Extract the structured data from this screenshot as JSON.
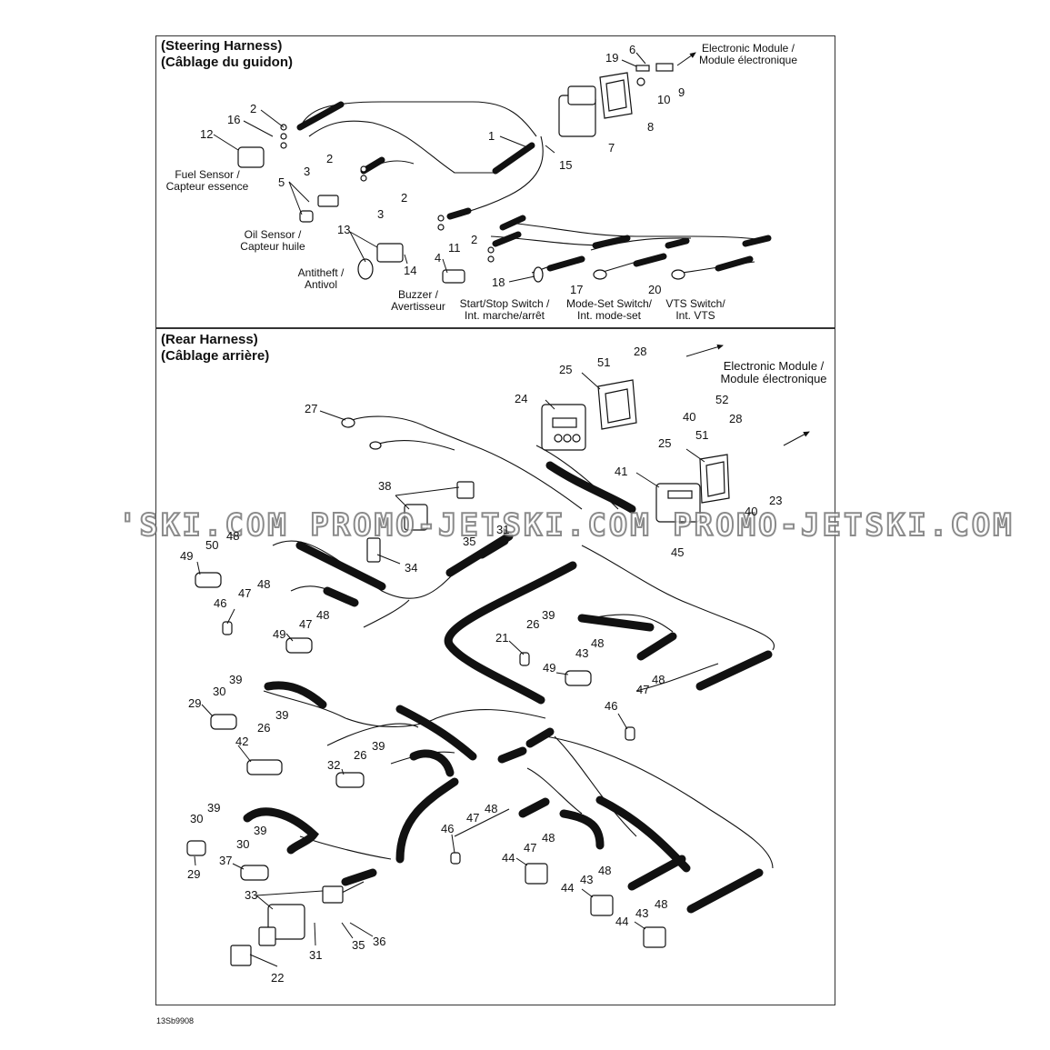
{
  "steering": {
    "title_en": "(Steering Harness)",
    "title_fr": "(Câblage du guidon)",
    "labels": {
      "electronic_module": "Electronic Module /\nModule électronique",
      "fuel_sensor": "Fuel Sensor /\nCapteur essence",
      "oil_sensor": "Oil Sensor /\nCapteur huile",
      "antitheft": "Antitheft /\nAntivol",
      "buzzer": "Buzzer /\nAvertisseur",
      "start_stop": "Start/Stop Switch /\nInt. marche/arrêt",
      "mode_set": "Mode-Set Switch/\nInt. mode-set",
      "vts": "VTS Switch/\nInt. VTS"
    }
  },
  "rear": {
    "title_en": "(Rear Harness)",
    "title_fr": "(Câblage arrière)",
    "labels": {
      "electronic_module": "Electronic Module /\nModule électronique"
    }
  },
  "watermark": "'SKI.COM  PROMO-JETSKI.COM  PROMO-JETSKI.COM",
  "figure_code": "13Sb9908",
  "callouts": [
    {
      "n": "19"
    },
    {
      "n": "6"
    },
    {
      "n": "10"
    },
    {
      "n": "9"
    },
    {
      "n": "8"
    },
    {
      "n": "7"
    },
    {
      "n": "15"
    },
    {
      "n": "1"
    },
    {
      "n": "2"
    },
    {
      "n": "16"
    },
    {
      "n": "12"
    },
    {
      "n": "2"
    },
    {
      "n": "3"
    },
    {
      "n": "5"
    },
    {
      "n": "2"
    },
    {
      "n": "3"
    },
    {
      "n": "13"
    },
    {
      "n": "14"
    },
    {
      "n": "11"
    },
    {
      "n": "2"
    },
    {
      "n": "4"
    },
    {
      "n": "18"
    },
    {
      "n": "17"
    },
    {
      "n": "20"
    },
    {
      "n": "28"
    },
    {
      "n": "51"
    },
    {
      "n": "25"
    },
    {
      "n": "52"
    },
    {
      "n": "40"
    },
    {
      "n": "24"
    },
    {
      "n": "28"
    },
    {
      "n": "51"
    },
    {
      "n": "25"
    },
    {
      "n": "40"
    },
    {
      "n": "23"
    },
    {
      "n": "41"
    },
    {
      "n": "45"
    },
    {
      "n": "27"
    },
    {
      "n": "38"
    },
    {
      "n": "35"
    },
    {
      "n": "31"
    },
    {
      "n": "34"
    },
    {
      "n": "48"
    },
    {
      "n": "50"
    },
    {
      "n": "49"
    },
    {
      "n": "48"
    },
    {
      "n": "47"
    },
    {
      "n": "46"
    },
    {
      "n": "48"
    },
    {
      "n": "47"
    },
    {
      "n": "49"
    },
    {
      "n": "39"
    },
    {
      "n": "26"
    },
    {
      "n": "21"
    },
    {
      "n": "48"
    },
    {
      "n": "43"
    },
    {
      "n": "49"
    },
    {
      "n": "48"
    },
    {
      "n": "47"
    },
    {
      "n": "46"
    },
    {
      "n": "39"
    },
    {
      "n": "30"
    },
    {
      "n": "29"
    },
    {
      "n": "39"
    },
    {
      "n": "26"
    },
    {
      "n": "42"
    },
    {
      "n": "39"
    },
    {
      "n": "26"
    },
    {
      "n": "32"
    },
    {
      "n": "39"
    },
    {
      "n": "30"
    },
    {
      "n": "39"
    },
    {
      "n": "30"
    },
    {
      "n": "29"
    },
    {
      "n": "37"
    },
    {
      "n": "48"
    },
    {
      "n": "47"
    },
    {
      "n": "46"
    },
    {
      "n": "48"
    },
    {
      "n": "47"
    },
    {
      "n": "44"
    },
    {
      "n": "48"
    },
    {
      "n": "43"
    },
    {
      "n": "44"
    },
    {
      "n": "48"
    },
    {
      "n": "43"
    },
    {
      "n": "44"
    },
    {
      "n": "33"
    },
    {
      "n": "31"
    },
    {
      "n": "35"
    },
    {
      "n": "36"
    },
    {
      "n": "22"
    }
  ]
}
